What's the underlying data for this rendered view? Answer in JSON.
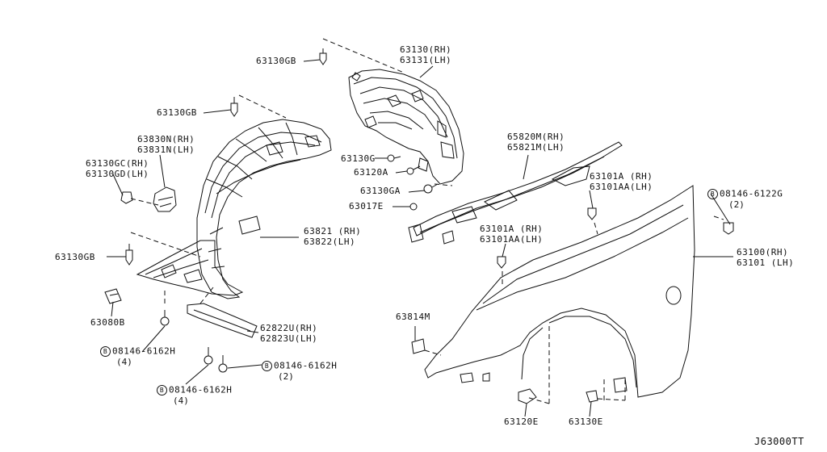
{
  "diagram": {
    "code": "J63000TT",
    "labels": {
      "p63130gb_top": "63130GB",
      "p63130_rh": "63130(RH)",
      "p63131_lh": "63131(LH)",
      "p63130gb_mid": "63130GB",
      "p63830n_rh": "63830N(RH)",
      "p63831n_lh": "63831N(LH)",
      "p63130gc_rh": "63130GC(RH)",
      "p63130gd_lh": "63130GD(LH)",
      "p63130g": "63130G",
      "p63120a": "63120A",
      "p63130ga": "63130GA",
      "p63017e": "63017E",
      "p65820m_rh": "65820M(RH)",
      "p65821m_lh": "65821M(LH)",
      "p63101a_rh_top": "63101A (RH)",
      "p63101aa_lh_top": "63101AA(LH)",
      "p08146_6122g": "08146-6122G",
      "p08146_6122g_qty": "(2)",
      "p63821_rh": "63821 (RH)",
      "p63822_lh": "63822(LH)",
      "p63101a_rh_mid": "63101A (RH)",
      "p63101aa_lh_mid": "63101AA(LH)",
      "p63130gb_low": "63130GB",
      "p63100_rh": "63100(RH)",
      "p63101_lh": "63101 (LH)",
      "p63080b": "63080B",
      "p63814m": "63814M",
      "p62822u_rh": "62822U(RH)",
      "p62823u_lh": "62823U(LH)",
      "p08146_6162h_a": "08146-6162H",
      "p08146_6162h_a_qty": "(4)",
      "p08146_6162h_b": "08146-6162H",
      "p08146_6162h_b_qty": "(2)",
      "p08146_6162h_c": "08146-6162H",
      "p08146_6162h_c_qty": "(4)",
      "p63120e": "63120E",
      "p63130e": "63130E",
      "bolt_badge": "B"
    }
  }
}
